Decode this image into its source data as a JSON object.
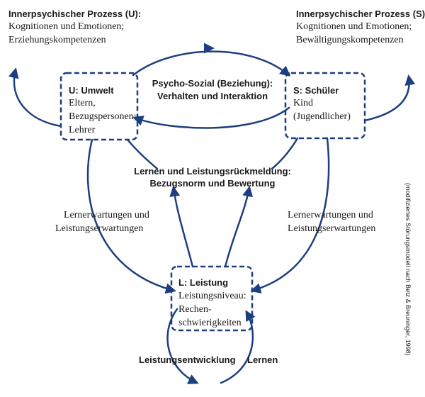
{
  "inner_process_u": {
    "title": "Innerpsychischer Prozess (U):",
    "line1": "Kognitionen und Emotionen;",
    "line2": "Erziehungskompetenzen"
  },
  "inner_process_s": {
    "title": "Innerpsychischer Prozess (S):",
    "line1": "Kognitionen und Emotionen;",
    "line2": "Bewältigungskompetenzen"
  },
  "node_u": {
    "title": "U: Umwelt",
    "line1": "Eltern,",
    "line2": "Bezugspersonen;",
    "line3": "Lehrer"
  },
  "node_s": {
    "title": "S: Schüler",
    "line1": "Kind",
    "line2": "(Jugendlicher)"
  },
  "node_l": {
    "title": "L: Leistung",
    "line1": "Leistungsniveau:",
    "line2": "Rechen-",
    "line3": "schwierigkeiten"
  },
  "psycho_social": {
    "line1": "Psycho-Sozial (Beziehung):",
    "line2": "Verhalten und Interaktion"
  },
  "learning_feedback": {
    "line1": "Lernen und Leistungsrückmeldung:",
    "line2": "Bezugsnorm und Bewertung"
  },
  "expectations_left": {
    "line1": "Lernerwartungen und",
    "line2": "Leistungserwartungen"
  },
  "expectations_right": {
    "line1": "Lernerwartungen und",
    "line2": "Leistungserwartungen"
  },
  "bottom_left_label": "Leistungsentwicklung",
  "bottom_right_label": "Lernen",
  "source_note": "(modifiziertes Störungsmodell nach Betz & Breuninger, 1998)",
  "colors": {
    "arrow": "#1d3f7f",
    "text": "#1a1a1a"
  }
}
